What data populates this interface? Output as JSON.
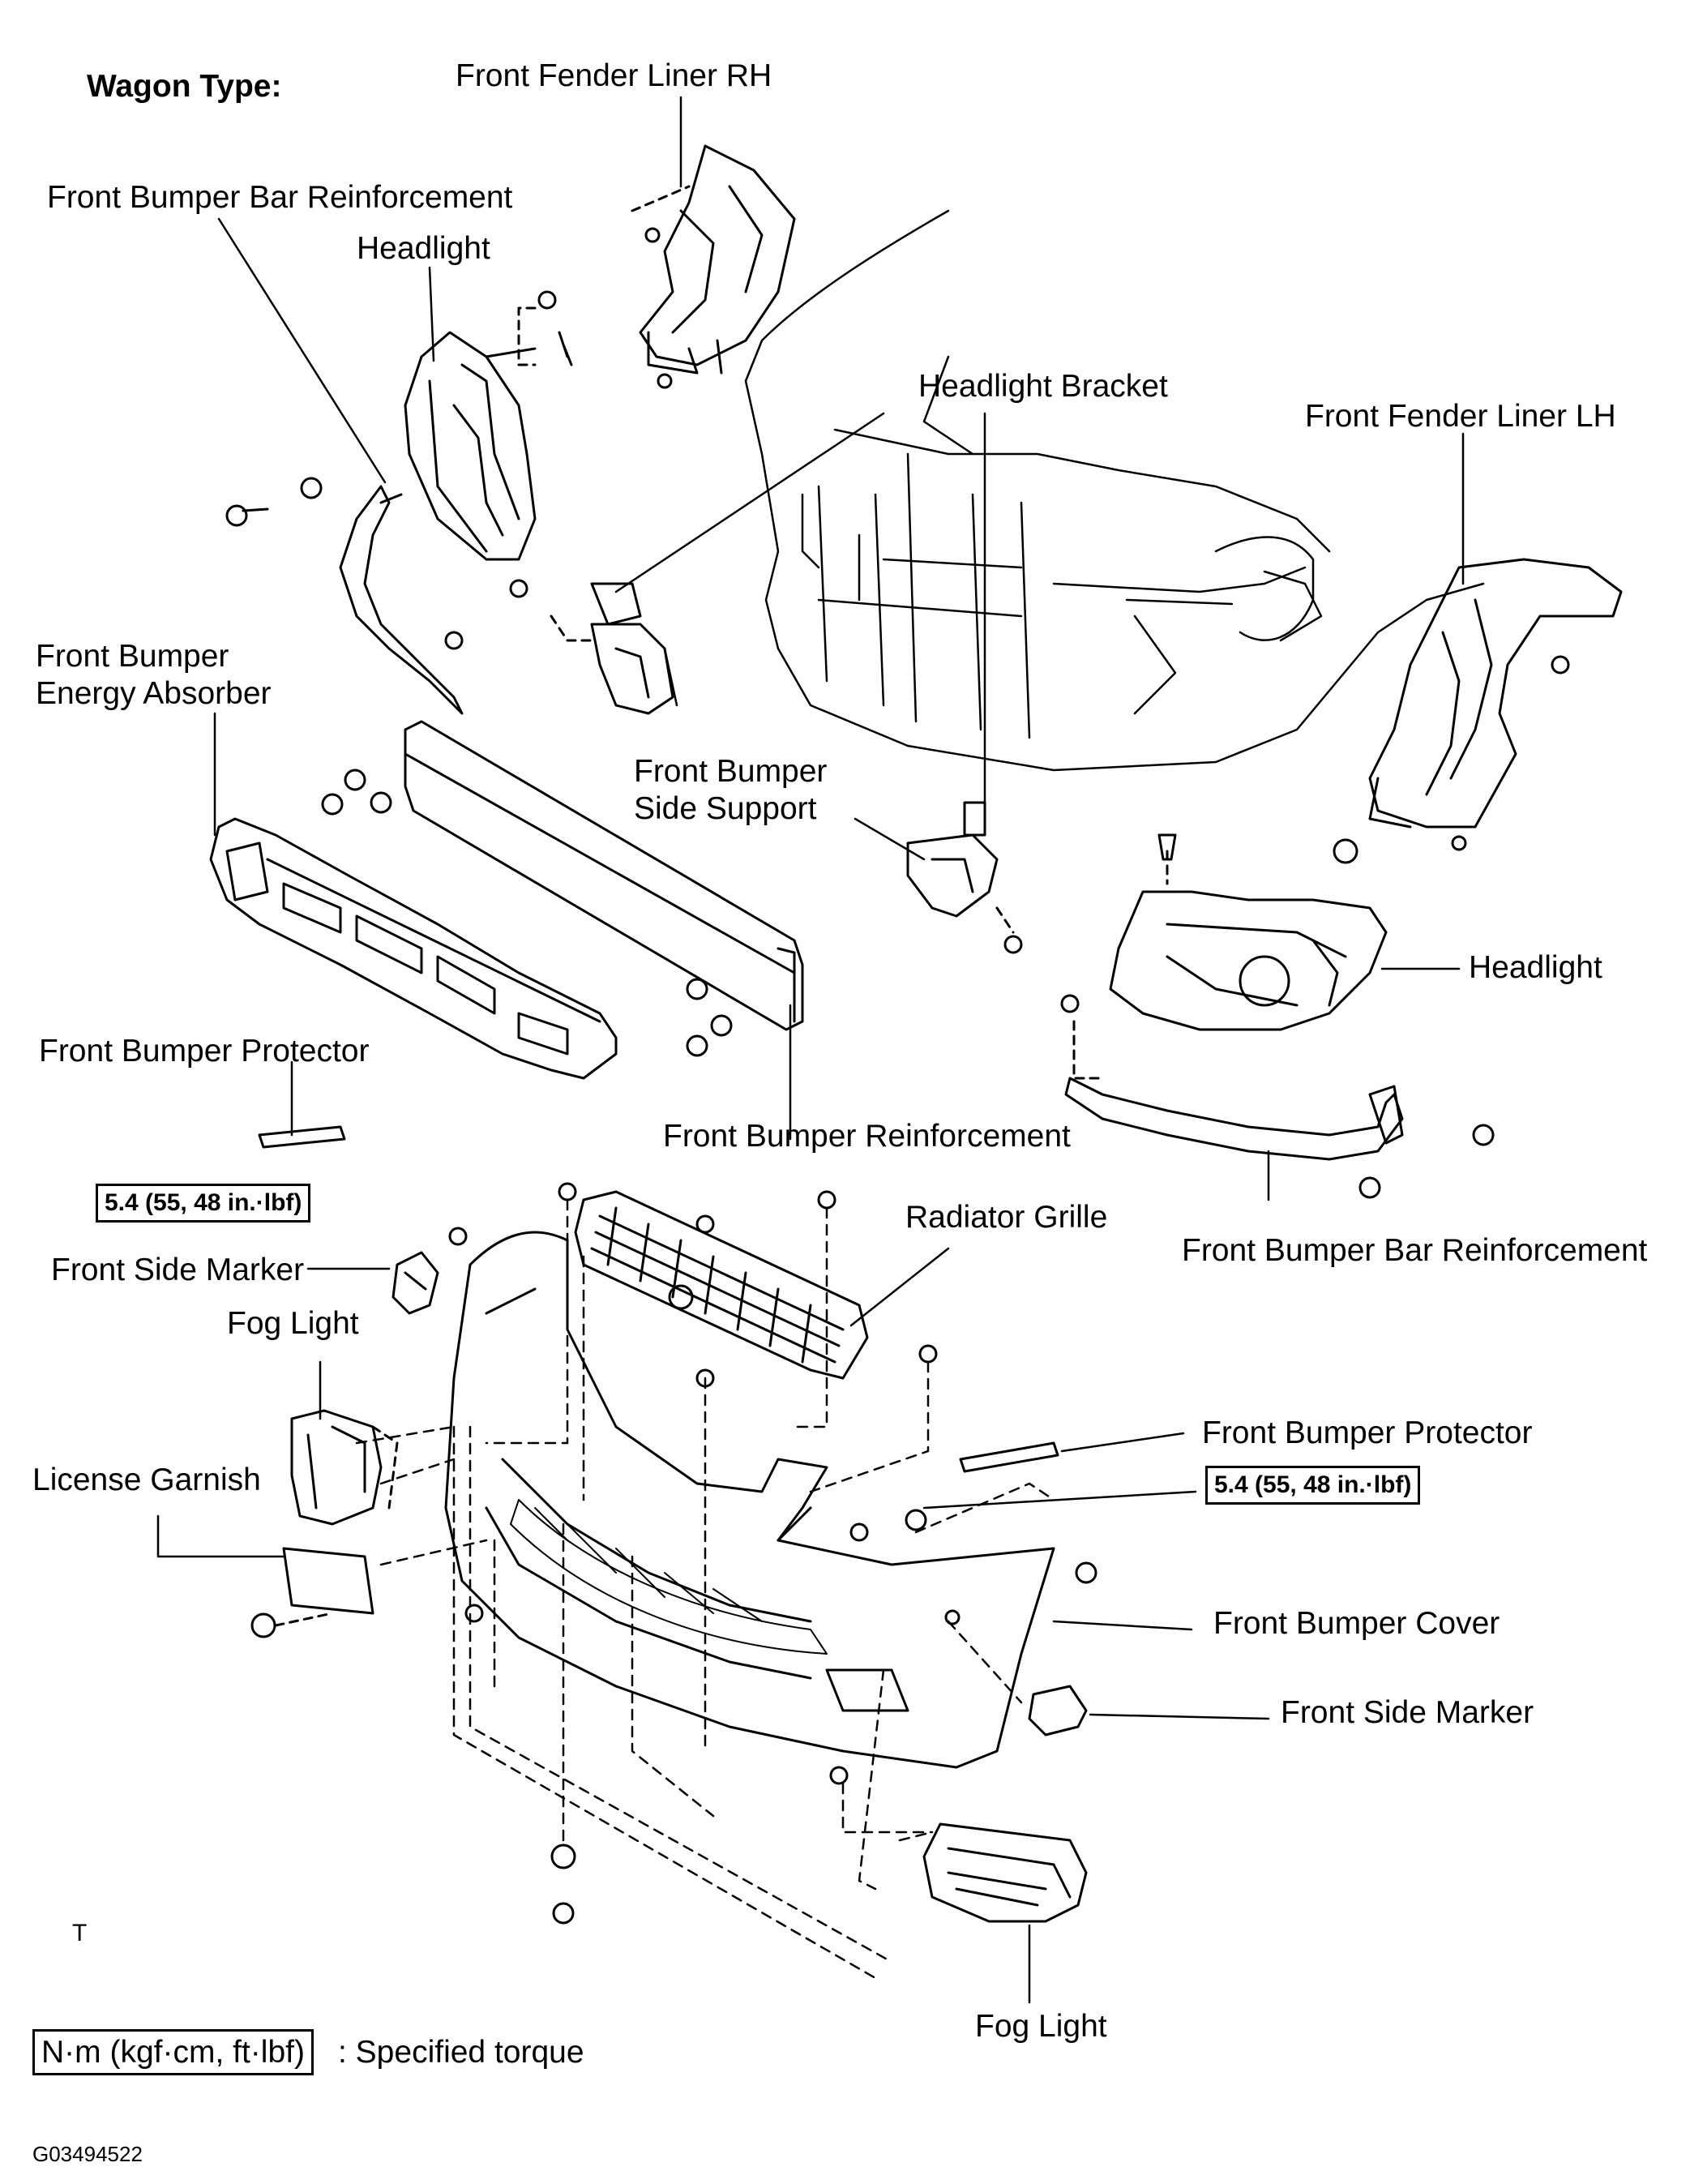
{
  "title": "Wagon Type:",
  "labels": {
    "fender_liner_rh": "Front Fender Liner RH",
    "bumper_bar_reinf_top": "Front Bumper Bar Reinforcement",
    "headlight_top": "Headlight",
    "headlight_bracket": "Headlight Bracket",
    "fender_liner_lh": "Front Fender Liner LH",
    "energy_absorber_1": "Front Bumper",
    "energy_absorber_2": "Energy Absorber",
    "side_support_1": "Front Bumper",
    "side_support_2": "Side Support",
    "headlight_right": "Headlight",
    "bumper_protector_left": "Front Bumper Protector",
    "bumper_reinforcement": "Front Bumper Reinforcement",
    "radiator_grille": "Radiator Grille",
    "bumper_bar_reinf_right": "Front Bumper Bar Reinforcement",
    "side_marker_left": "Front Side Marker",
    "fog_light_left": "Fog Light",
    "bumper_protector_right": "Front Bumper Protector",
    "license_garnish": "License Garnish",
    "bumper_cover": "Front Bumper Cover",
    "side_marker_right": "Front Side Marker",
    "fog_light_bottom": "Fog Light",
    "t_mark": "T"
  },
  "torque_spec": "5.4 (55, 48 in.·lbf)",
  "legend": {
    "box_text": "N·m (kgf·cm, ft·lbf)",
    "text": ": Specified torque"
  },
  "figure_id": "G03494522"
}
